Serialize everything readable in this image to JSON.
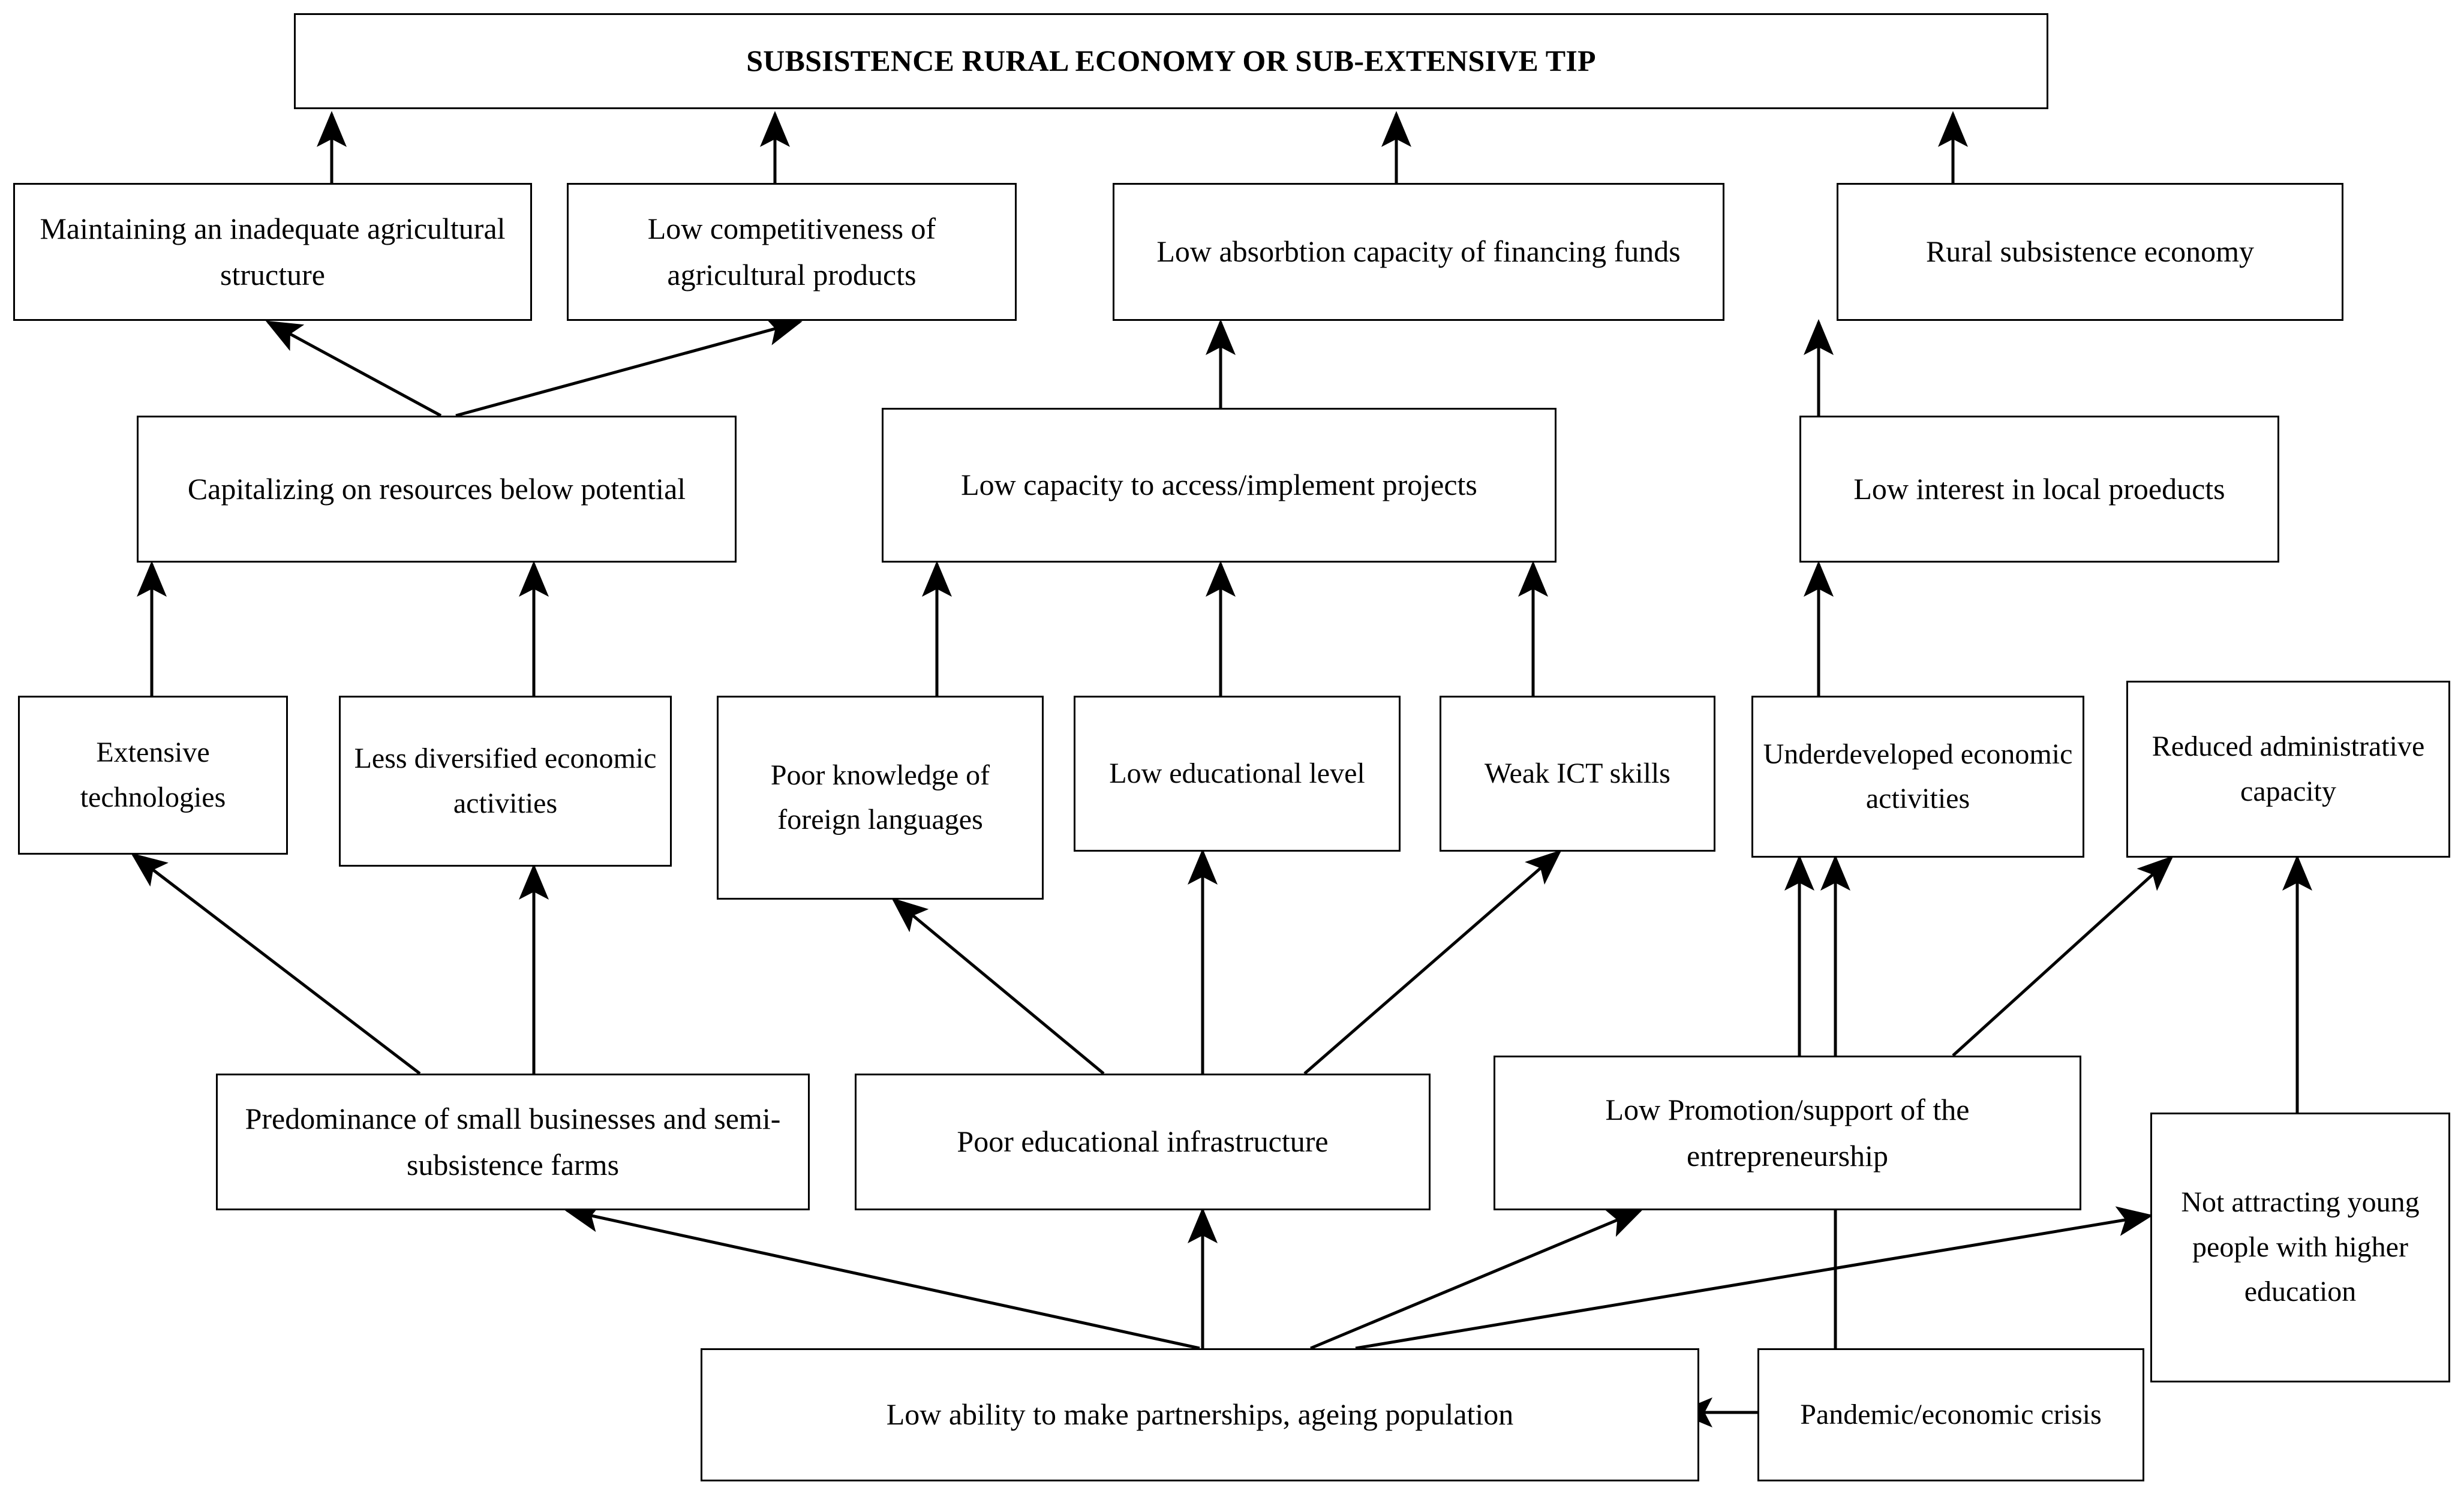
{
  "diagram": {
    "title": "Problem tree: Subsistence rural economy",
    "type": "problem-tree",
    "orientation": "bottom-up",
    "arrow_color": "#000000",
    "box_border_color": "#000000",
    "background_color": "#FFFFFF",
    "levels": [
      {
        "level": 0,
        "name": "core-problem"
      },
      {
        "level": 1,
        "name": "primary-effects"
      },
      {
        "level": 2,
        "name": "secondary-causes"
      },
      {
        "level": 3,
        "name": "tertiary-causes"
      },
      {
        "level": 4,
        "name": "structural-causes"
      },
      {
        "level": 5,
        "name": "root-causes"
      }
    ],
    "nodes": [
      {
        "id": "core",
        "label": "SUBSISTENCE RURAL ECONOMY OR SUB-EXTENSIVE TIP",
        "level": 0
      },
      {
        "id": "inadequate_structure",
        "label": "Maintaining an inadequate agricultural structure",
        "level": 1
      },
      {
        "id": "low_competitiveness",
        "label": "Low competitiveness of agricultural products",
        "level": 1
      },
      {
        "id": "low_absorbtion",
        "label": "Low absorbtion capacity of financing funds",
        "level": 1
      },
      {
        "id": "rural_subsistence",
        "label": "Rural subsistence economy",
        "level": 1
      },
      {
        "id": "capitalizing",
        "label": "Capitalizing on resources below potential",
        "level": 2
      },
      {
        "id": "low_capacity_projects",
        "label": "Low capacity to access/implement projects",
        "level": 2
      },
      {
        "id": "low_interest_local",
        "label": "Low interest in local proeducts",
        "level": 2
      },
      {
        "id": "extensive_tech",
        "label": "Extensive technologies",
        "level": 3
      },
      {
        "id": "less_diversified",
        "label": "Less diversified economic activities",
        "level": 3
      },
      {
        "id": "poor_languages",
        "label": "Poor knowledge of foreign languages",
        "level": 3
      },
      {
        "id": "low_education",
        "label": "Low educational level",
        "level": 3
      },
      {
        "id": "weak_ict",
        "label": "Weak ICT skills",
        "level": 3
      },
      {
        "id": "underdeveloped_econ",
        "label": "Underdeveloped economic activities",
        "level": 3
      },
      {
        "id": "reduced_admin",
        "label": "Reduced administrative capacity",
        "level": 3
      },
      {
        "id": "predominance_small",
        "label": "Predominance of small businesses and semi-subsistence  farms",
        "level": 4
      },
      {
        "id": "poor_edu_infra",
        "label": "Poor educational infrastructure",
        "level": 4
      },
      {
        "id": "low_promotion",
        "label": "Low Promotion/support of the entrepreneurship",
        "level": 4
      },
      {
        "id": "not_attracting_young",
        "label": "Not attracting young people with higher education",
        "level": 4
      },
      {
        "id": "low_partnerships",
        "label": "Low ability to make partnerships, ageing population",
        "level": 5
      },
      {
        "id": "pandemic_crisis",
        "label": "Pandemic/economic crisis",
        "level": 5
      }
    ],
    "edges": [
      {
        "from": "inadequate_structure",
        "to": "core"
      },
      {
        "from": "low_competitiveness",
        "to": "core"
      },
      {
        "from": "low_absorbtion",
        "to": "core"
      },
      {
        "from": "rural_subsistence",
        "to": "core"
      },
      {
        "from": "capitalizing",
        "to": "inadequate_structure"
      },
      {
        "from": "capitalizing",
        "to": "low_competitiveness"
      },
      {
        "from": "low_capacity_projects",
        "to": "low_absorbtion"
      },
      {
        "from": "low_interest_local",
        "to": "rural_subsistence"
      },
      {
        "from": "extensive_tech",
        "to": "capitalizing"
      },
      {
        "from": "less_diversified",
        "to": "capitalizing"
      },
      {
        "from": "poor_languages",
        "to": "low_capacity_projects"
      },
      {
        "from": "low_education",
        "to": "low_capacity_projects"
      },
      {
        "from": "weak_ict",
        "to": "low_capacity_projects"
      },
      {
        "from": "underdeveloped_econ",
        "to": "low_interest_local"
      },
      {
        "from": "predominance_small",
        "to": "extensive_tech"
      },
      {
        "from": "predominance_small",
        "to": "less_diversified"
      },
      {
        "from": "poor_edu_infra",
        "to": "poor_languages"
      },
      {
        "from": "poor_edu_infra",
        "to": "low_education"
      },
      {
        "from": "poor_edu_infra",
        "to": "weak_ict"
      },
      {
        "from": "low_promotion",
        "to": "underdeveloped_econ"
      },
      {
        "from": "low_promotion",
        "to": "reduced_admin"
      },
      {
        "from": "not_attracting_young",
        "to": "reduced_admin"
      },
      {
        "from": "pandemic_crisis",
        "to": "underdeveloped_econ"
      },
      {
        "from": "pandemic_crisis",
        "to": "low_partnerships"
      },
      {
        "from": "low_partnerships",
        "to": "predominance_small"
      },
      {
        "from": "low_partnerships",
        "to": "poor_edu_infra"
      },
      {
        "from": "low_partnerships",
        "to": "low_promotion"
      },
      {
        "from": "low_partnerships",
        "to": "not_attracting_young"
      }
    ]
  }
}
